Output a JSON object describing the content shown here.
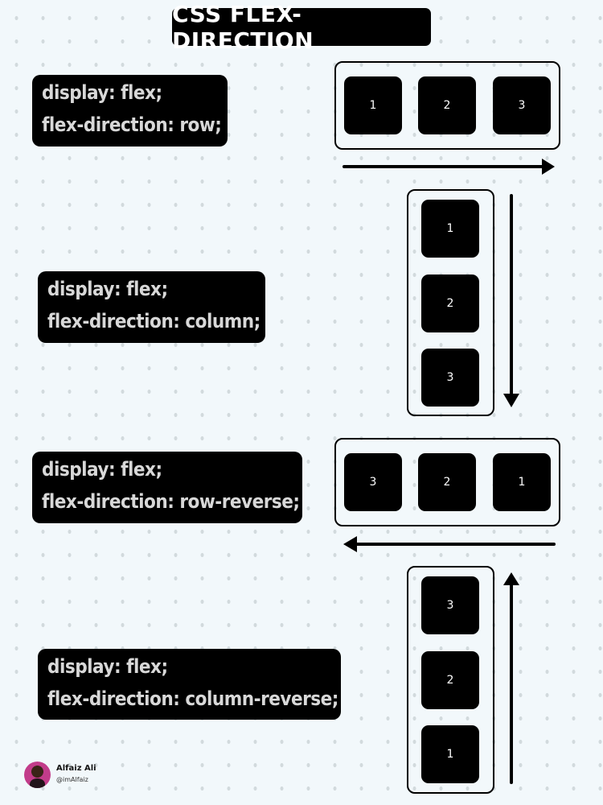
{
  "title": "CSS FLEX-DIRECTION",
  "sections": [
    {
      "line1": "display: flex;",
      "line2": "flex-direction: row;",
      "items": [
        "1",
        "2",
        "3"
      ]
    },
    {
      "line1": "display: flex;",
      "line2": "flex-direction: column;",
      "items": [
        "1",
        "2",
        "3"
      ]
    },
    {
      "line1": "display: flex;",
      "line2": "flex-direction: row-reverse;",
      "items": [
        "3",
        "2",
        "1"
      ]
    },
    {
      "line1": "display: flex;",
      "line2": "flex-direction: column-reverse;",
      "items": [
        "3",
        "2",
        "1"
      ]
    }
  ],
  "author": {
    "name": "Alfaiz Ali",
    "handle": "@imAlfaiz"
  },
  "arrows": [
    "right-arrow",
    "down-arrow",
    "left-arrow",
    "up-arrow"
  ],
  "colors": {
    "background": "#f2f8fb",
    "ink": "#000000",
    "code_text": "#d8d8d8",
    "box_text": "#ffffff"
  }
}
